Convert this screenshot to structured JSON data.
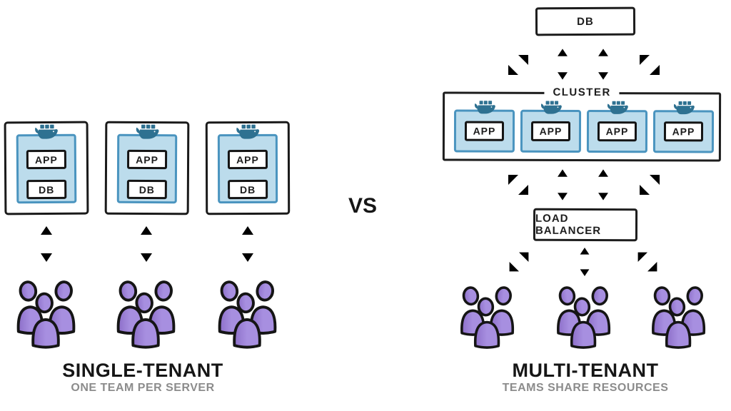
{
  "left_panel": {
    "title": "SINGLE-TENANT",
    "subtitle": "ONE TEAM PER SERVER",
    "servers": [
      {
        "app": "APP",
        "db": "DB"
      },
      {
        "app": "APP",
        "db": "DB"
      },
      {
        "app": "APP",
        "db": "DB"
      }
    ]
  },
  "divider": {
    "vs": "VS"
  },
  "right_panel": {
    "db": "DB",
    "cluster": "CLUSTER",
    "apps": [
      "APP",
      "APP",
      "APP",
      "APP"
    ],
    "load_balancer": "LOAD BALANCER",
    "title": "MULTI-TENANT",
    "subtitle": "TEAMS SHARE RESOURCES"
  },
  "icons": {
    "docker_whale": "docker-whale-icon",
    "team": "team-icon",
    "double_arrow": "double-arrow-icon"
  },
  "colors": {
    "line_black": "#1d1d1d",
    "container_blue_fill": "#bcdcec",
    "container_blue_border": "#4a94bf",
    "docker_whale_blue": "#2e7191",
    "team_purple": "#a78fe0",
    "team_purple_shade": "#8d6fc9",
    "subtitle_gray": "#8c8c8c",
    "arrow_gray": "#2b2b2b"
  }
}
